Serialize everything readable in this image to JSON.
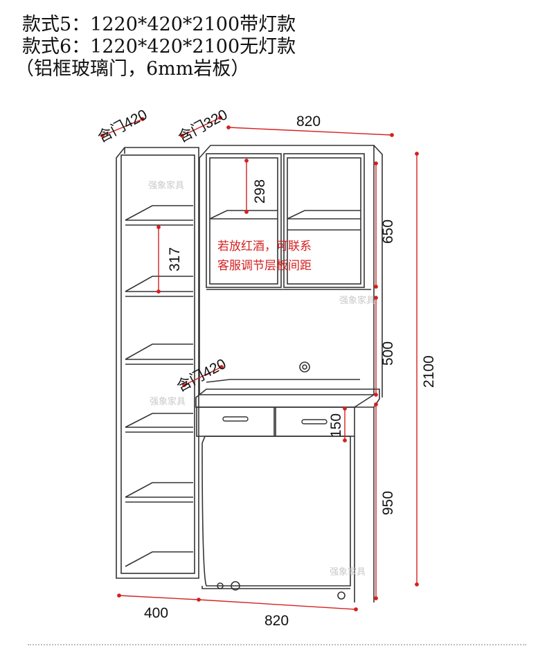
{
  "header": {
    "line1": "款式5：1220*420*2100带灯款",
    "line2": "款式6：1220*420*2100无灯款",
    "line3": "（铝框玻璃门，6mm岩板）"
  },
  "dimensions": {
    "left_depth": "含门420",
    "mid_depth": "含门320",
    "top_width": "820",
    "upper_shelf": "298",
    "left_shelf": "317",
    "upper_height": "650",
    "middle_height": "500",
    "total_height": "2100",
    "desk_depth": "含门420",
    "drawer_height": "150",
    "lower_height": "950",
    "bottom_left_width": "400",
    "bottom_width": "820"
  },
  "note": {
    "line1": "若放红酒，可联系",
    "line2": "客服调节层板间距"
  },
  "watermark": "强象家具",
  "colors": {
    "dimension_red": "#d42020",
    "outline": "#333333",
    "text": "#111111"
  }
}
